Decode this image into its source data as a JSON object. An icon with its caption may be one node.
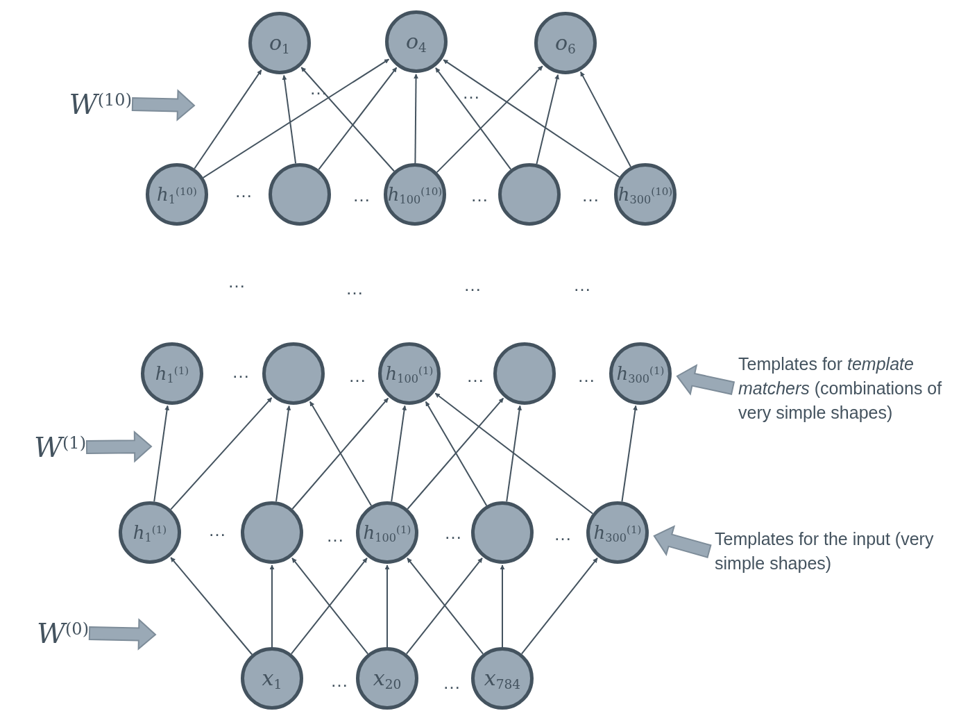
{
  "diagram": {
    "nodes": [
      {
        "text": [
          "*o*$_{1}$"
        ]
      },
      {
        "text": [
          "*o*$_{4}$"
        ]
      },
      {
        "text": [
          "*o*$_{6}$"
        ]
      },
      {
        "text": [
          "*h*$_{1}$$^{(10)}$"
        ]
      },
      {
        "text": [],
        "shape": "circle"
      },
      {
        "text": [
          "*h*$_{100}$$^{(10)}$"
        ]
      },
      {
        "text": [],
        "shape": "circle"
      },
      {
        "text": [
          "*h*$_{300}$$^{(10)}$"
        ]
      },
      {
        "text": [
          "*h*$_{1}$$^{(1)}$"
        ]
      },
      {
        "text": [],
        "shape": "circle"
      },
      {
        "text": [
          "*h*$_{100}$$^{(1)}$"
        ]
      },
      {
        "text": [],
        "shape": "circle"
      },
      {
        "text": [
          "*h*$_{300}$$^{(1)}$"
        ]
      },
      {
        "text": [
          "*h*$_{1}$$^{(1)}$"
        ]
      },
      {
        "text": [],
        "shape": "circle"
      },
      {
        "text": [
          "*h*$_{100}$$^{(1)}$"
        ]
      },
      {
        "text": [],
        "shape": "circle"
      },
      {
        "text": [
          "*h*$_{300}$$^{(1)}$"
        ]
      },
      {
        "text": [
          "*x*$_{1}$"
        ]
      },
      {
        "text": [
          "*x*$_{20}$"
        ]
      },
      {
        "text": [
          "*x*$_{784}$"
        ]
      },
      {
        "text": [
          "*W*$^{(10)}$"
        ]
      },
      {
        "text": [
          "*W*$^{(1)}$"
        ]
      },
      {
        "text": [
          "*W*$^{(0)}$"
        ]
      },
      {
        "text": [
          "Templates for *template matchers* (combinations of very simple shapes)"
        ]
      },
      {
        "text": [
          "Templates for the input (very simple shapes)"
        ]
      }
    ],
    "edges": [
      {
        "from": 3,
        "to": 0,
        "arrow": "to"
      },
      {
        "from": 3,
        "to": 1,
        "arrow": "to"
      },
      {
        "from": 4,
        "to": 0,
        "arrow": "to"
      },
      {
        "from": 4,
        "to": 1,
        "arrow": "to"
      },
      {
        "from": 5,
        "to": 0,
        "arrow": "to"
      },
      {
        "from": 5,
        "to": 1,
        "arrow": "to"
      },
      {
        "from": 5,
        "to": 2,
        "arrow": "to"
      },
      {
        "from": 6,
        "to": 1,
        "arrow": "to"
      },
      {
        "from": 6,
        "to": 2,
        "arrow": "to"
      },
      {
        "from": 7,
        "to": 1,
        "arrow": "to"
      },
      {
        "from": 7,
        "to": 2,
        "arrow": "to"
      },
      {
        "from": 13,
        "to": 8,
        "arrow": "to"
      },
      {
        "from": 13,
        "to": 9,
        "arrow": "to"
      },
      {
        "from": 14,
        "to": 9,
        "arrow": "to"
      },
      {
        "from": 14,
        "to": 10,
        "arrow": "to"
      },
      {
        "from": 15,
        "to": 9,
        "arrow": "to"
      },
      {
        "from": 15,
        "to": 10,
        "arrow": "to"
      },
      {
        "from": 15,
        "to": 11,
        "arrow": "to"
      },
      {
        "from": 16,
        "to": 10,
        "arrow": "to"
      },
      {
        "from": 16,
        "to": 11,
        "arrow": "to"
      },
      {
        "from": 17,
        "to": 10,
        "arrow": "to"
      },
      {
        "from": 17,
        "to": 12,
        "arrow": "to"
      },
      {
        "from": 18,
        "to": 13,
        "arrow": "to"
      },
      {
        "from": 18,
        "to": 14,
        "arrow": "to"
      },
      {
        "from": 18,
        "to": 15,
        "arrow": "to"
      },
      {
        "from": 19,
        "to": 14,
        "arrow": "to"
      },
      {
        "from": 19,
        "to": 15,
        "arrow": "to"
      },
      {
        "from": 19,
        "to": 16,
        "arrow": "to"
      },
      {
        "from": 20,
        "to": 15,
        "arrow": "to"
      },
      {
        "from": 20,
        "to": 16,
        "arrow": "to"
      },
      {
        "from": 20,
        "to": 17,
        "arrow": "to"
      },
      {
        "from": 21,
        "to": null,
        "arrow": "to",
        "style": "thick"
      },
      {
        "from": 22,
        "to": null,
        "arrow": "to",
        "style": "thick"
      },
      {
        "from": 23,
        "to": null,
        "arrow": "to",
        "style": "thick"
      },
      {
        "from": 24,
        "to": 12,
        "arrow": "to",
        "style": "thick"
      },
      {
        "from": 25,
        "to": 17,
        "arrow": "to",
        "style": "thick"
      }
    ],
    "labels": [
      "…",
      "…",
      "…",
      "…",
      "…",
      "…",
      "…",
      "…",
      "…",
      "…",
      "…",
      "…",
      "…",
      "…",
      "…",
      "…",
      "…",
      "…",
      "…",
      "…"
    ]
  }
}
